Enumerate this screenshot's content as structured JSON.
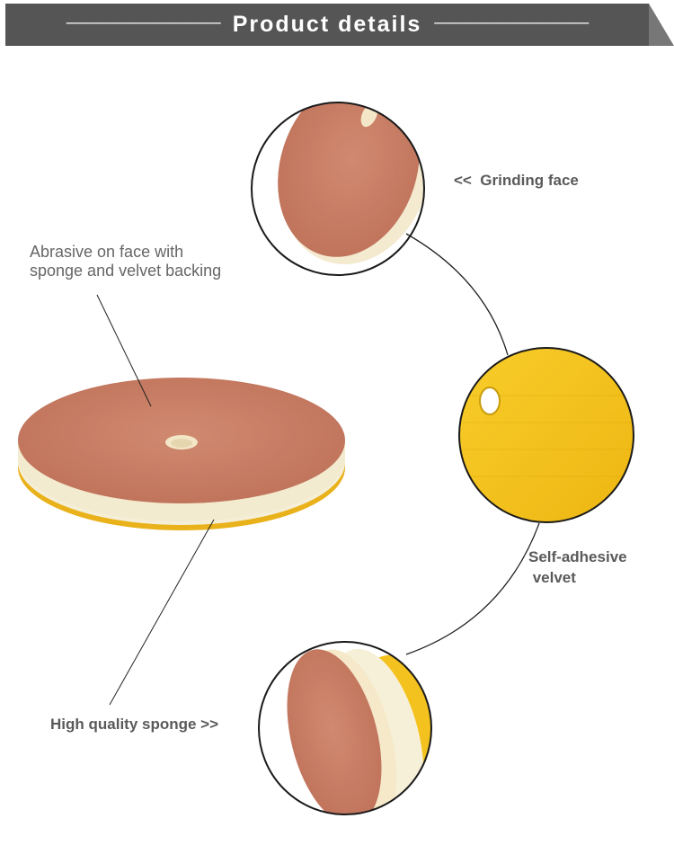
{
  "header": {
    "title": "Product details",
    "dash_left": "—————————",
    "dash_right": "—————————"
  },
  "labels": {
    "abrasive_line1": "Abrasive on face with",
    "abrasive_line2": "sponge and velvet backing",
    "grinding": "<<  Grinding face",
    "velvet_line1": "Self-adhesive",
    "velvet_line2": " velvet",
    "sponge": "High quality sponge >>"
  },
  "colors": {
    "banner": "#555555",
    "abrasive_face": "#c97b63",
    "sponge": "#f6efd6",
    "velvet": "#f4c11c",
    "text": "#555555"
  }
}
